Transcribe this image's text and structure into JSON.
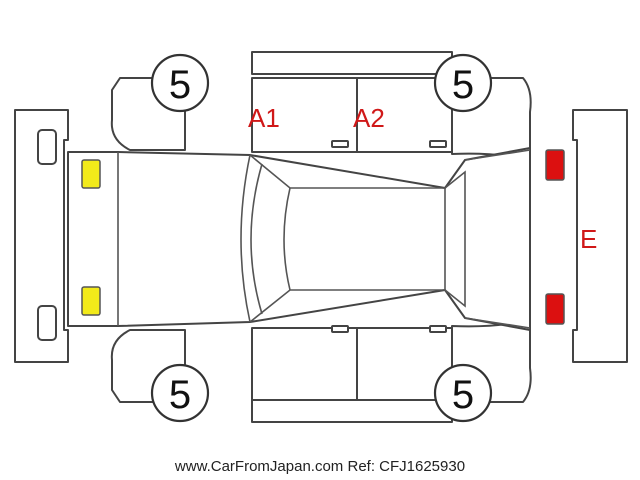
{
  "tires": {
    "front_left": "5",
    "rear_left": "5",
    "front_right": "5",
    "rear_right": "5"
  },
  "damage_marks": {
    "a1": "A1",
    "a2": "A2",
    "e": "E"
  },
  "footer": {
    "site": "www.CarFromJapan.com",
    "ref": "Ref: CFJ1625930"
  },
  "colors": {
    "mark_text": "#d01818",
    "front_lamp_fill": "#f2ea1a",
    "rear_lamp_fill": "#dc1010",
    "outline": "#444444"
  }
}
